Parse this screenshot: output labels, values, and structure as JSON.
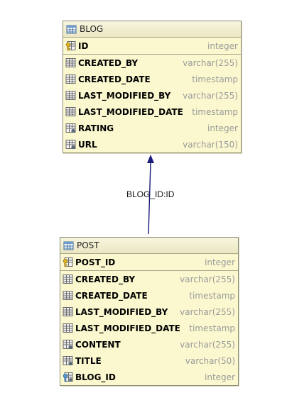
{
  "blog": {
    "title": "BLOG",
    "pk": [
      {
        "name": "ID",
        "type": "integer",
        "icon": "primary-key-icon"
      }
    ],
    "columns": [
      {
        "name": "CREATED_BY",
        "type": "varchar(255)",
        "icon": "column-icon"
      },
      {
        "name": "CREATED_DATE",
        "type": "timestamp",
        "icon": "column-icon"
      },
      {
        "name": "LAST_MODIFIED_BY",
        "type": "varchar(255)",
        "icon": "column-icon"
      },
      {
        "name": "LAST_MODIFIED_DATE",
        "type": "timestamp",
        "icon": "column-icon"
      },
      {
        "name": "RATING",
        "type": "integer",
        "icon": "nullable-column-icon"
      },
      {
        "name": "URL",
        "type": "varchar(150)",
        "icon": "nullable-column-icon"
      }
    ]
  },
  "post": {
    "title": "POST",
    "pk": [
      {
        "name": "POST_ID",
        "type": "integer",
        "icon": "primary-key-icon"
      }
    ],
    "columns": [
      {
        "name": "CREATED_BY",
        "type": "varchar(255)",
        "icon": "column-icon"
      },
      {
        "name": "CREATED_DATE",
        "type": "timestamp",
        "icon": "column-icon"
      },
      {
        "name": "LAST_MODIFIED_BY",
        "type": "varchar(255)",
        "icon": "column-icon"
      },
      {
        "name": "LAST_MODIFIED_DATE",
        "type": "timestamp",
        "icon": "column-icon"
      },
      {
        "name": "CONTENT",
        "type": "varchar(255)",
        "icon": "nullable-column-icon"
      },
      {
        "name": "TITLE",
        "type": "varchar(50)",
        "icon": "nullable-column-icon"
      },
      {
        "name": "BLOG_ID",
        "type": "integer",
        "icon": "foreign-key-icon"
      }
    ]
  },
  "relationship": {
    "label": "BLOG_ID:ID",
    "color": "#1a1a7a"
  },
  "colors": {
    "entity_background": "#fbf8cf",
    "header_background": "#ebe7c3",
    "type_text": "#9a9a9a"
  }
}
